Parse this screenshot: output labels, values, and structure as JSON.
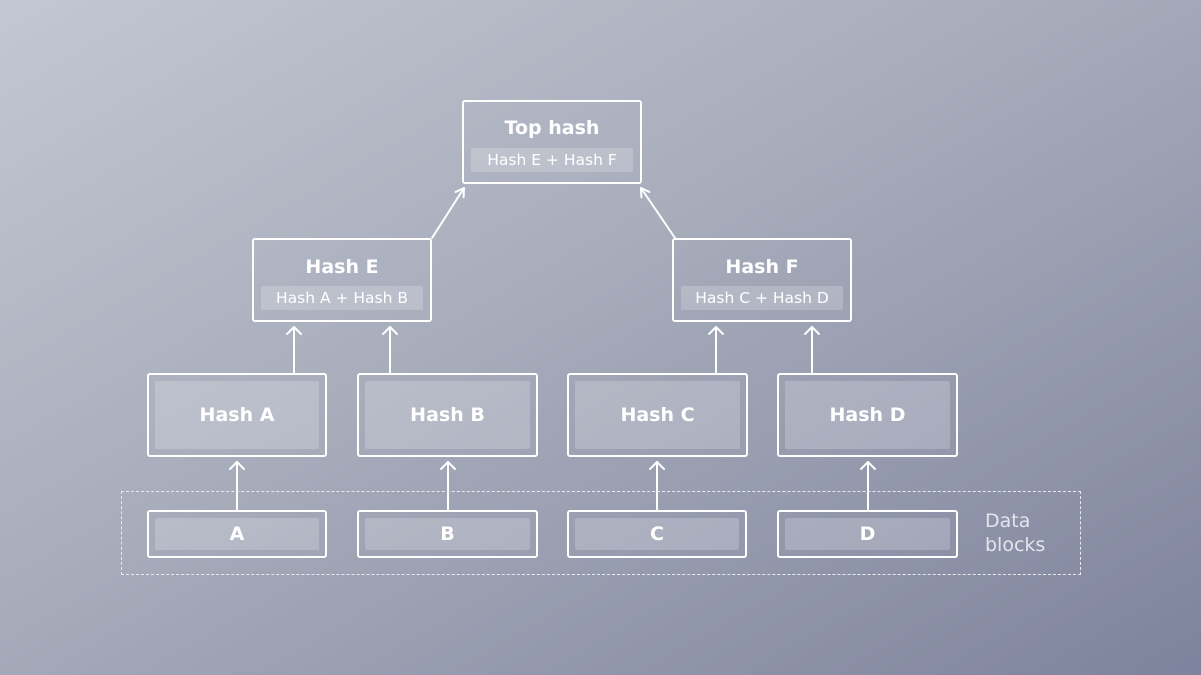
{
  "top": {
    "title": "Top hash",
    "sub": "Hash E + Hash F"
  },
  "mid": [
    {
      "title": "Hash E",
      "sub": "Hash A + Hash B"
    },
    {
      "title": "Hash F",
      "sub": "Hash C + Hash D"
    }
  ],
  "leaves": [
    "Hash A",
    "Hash B",
    "Hash C",
    "Hash D"
  ],
  "blocks": [
    "A",
    "B",
    "C",
    "D"
  ],
  "region_label": "Data blocks",
  "colors": {
    "line": "#ffffff",
    "bg_light": "#c3c7d2",
    "bg_dark": "#7e839d"
  }
}
